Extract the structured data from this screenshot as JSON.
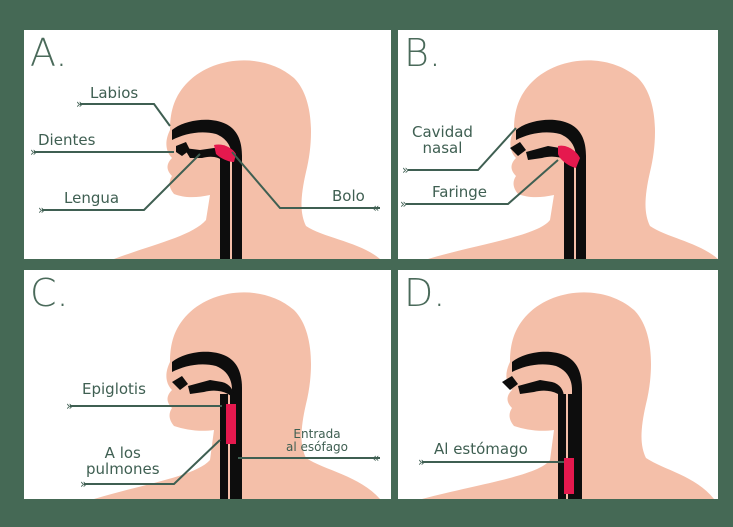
{
  "colors": {
    "frame": "#456955",
    "skin": "#F4BFA9",
    "tract": "#0d0d0d",
    "bolus": "#E5194E",
    "annotation": "#3f5f52"
  },
  "panels": [
    {
      "letter": "A.",
      "labels": {
        "labios": "Labios",
        "dientes": "Dientes",
        "lengua": "Lengua",
        "bolo": "Bolo"
      }
    },
    {
      "letter": "B.",
      "labels": {
        "cavidad_1": "Cavidad",
        "cavidad_2": "nasal",
        "faringe": "Faringe"
      }
    },
    {
      "letter": "C.",
      "labels": {
        "epiglotis": "Epiglotis",
        "pulmones_1": "A los",
        "pulmones_2": "pulmones",
        "entrada_1": "Entrada",
        "entrada_2": "al esófago"
      }
    },
    {
      "letter": "D.",
      "labels": {
        "estomago": "Al estómago"
      }
    }
  ]
}
